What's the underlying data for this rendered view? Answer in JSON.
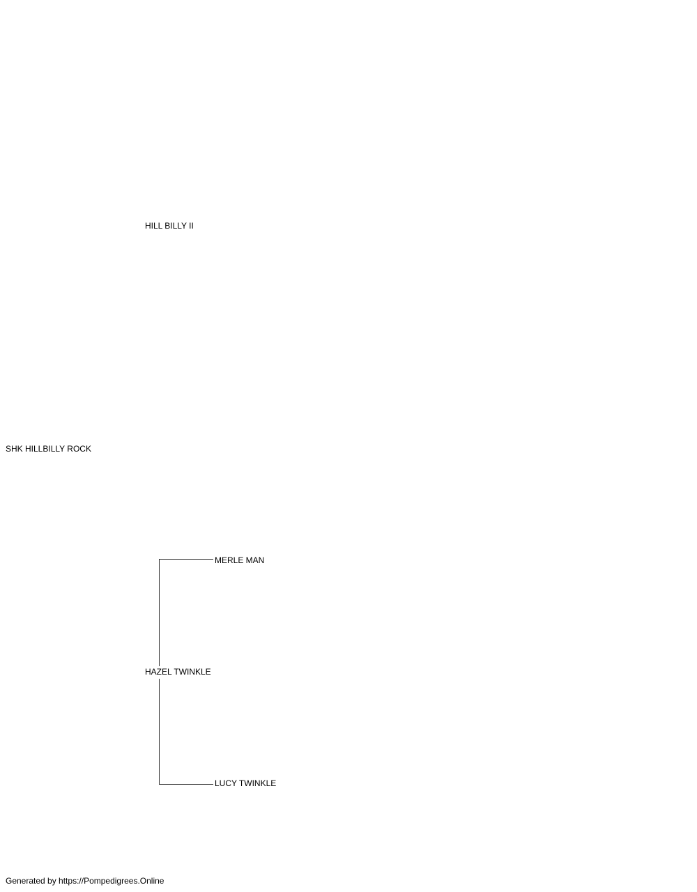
{
  "pedigree": {
    "subject": "SHK HILLBILLY ROCK",
    "sire": "HILL BILLY II",
    "dam": "HAZEL TWINKLE",
    "dam_sire": "MERLE MAN",
    "dam_dam": "LUCY TWINKLE"
  },
  "footer": {
    "text": "Generated by https://Pompedigrees.Online"
  }
}
